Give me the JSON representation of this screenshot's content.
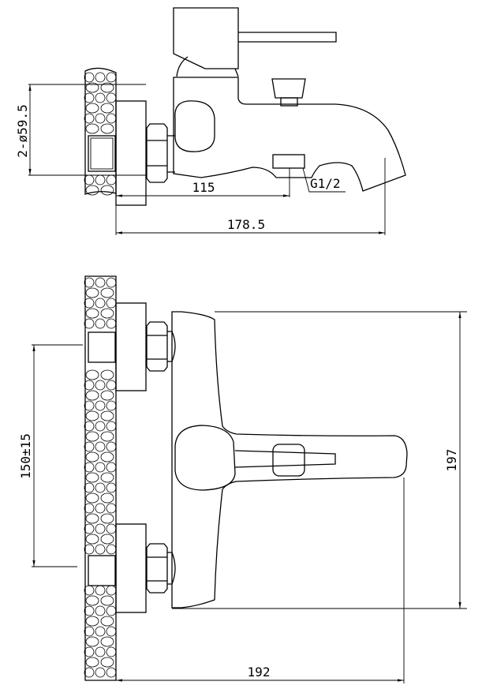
{
  "drawing": {
    "side_view": {
      "dim_pipe_diameter": "2-ø59.5",
      "dim_outlet_distance": "115",
      "dim_spout_reach": "178.5",
      "thread_label": "G1/2"
    },
    "top_view": {
      "dim_inlet_spacing": "150±15",
      "dim_body_height": "197",
      "dim_total_depth": "192"
    },
    "colors": {
      "line": "#000000",
      "background": "#ffffff"
    }
  }
}
